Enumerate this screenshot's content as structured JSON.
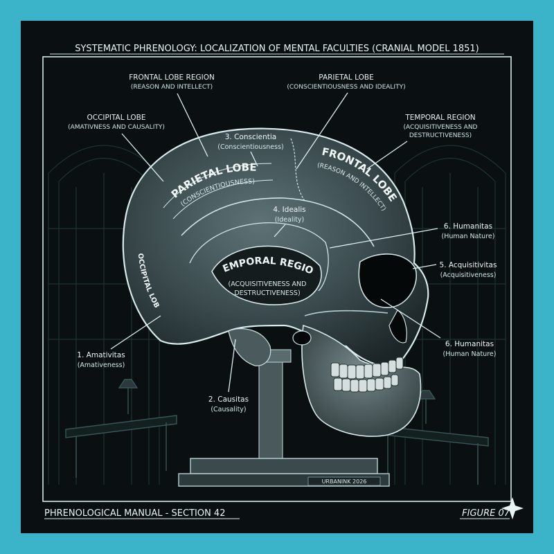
{
  "header": {
    "title": "SYSTEMATIC PHRENOLOGY: LOCALIZATION OF MENTAL FACULTIES (CRANIAL MODEL 1851)"
  },
  "footer": {
    "left": "PHRENOLOGICAL MANUAL - SECTION 42",
    "right": "FIGURE 07",
    "plaque": "URBANINK 2026"
  },
  "callouts": {
    "frontal_region": {
      "line1": "FRONTAL LOBE REGION",
      "line2": "(REASON AND INTELLECT)"
    },
    "parietal_lobe": {
      "line1": "PARIETAL LOBE",
      "line2": "(CONSCIENTIOUSNESS AND IDEALITY)"
    },
    "occipital_lobe": {
      "line1": "OCCIPITAL LOBE",
      "line2": "(AMATIVNESS AND CAUSALITY)"
    },
    "temporal_region": {
      "line1": "TEMPORAL REGION",
      "line2": "(ACQUISITIVENESS AND",
      "line3": "DESTRUCTIVENESS)"
    },
    "conscientia": {
      "line1": "3. Conscientia",
      "line2": "(Conscientiousness)"
    },
    "idealis": {
      "line1": "4. Idealis",
      "line2": "(Ideality)"
    },
    "humanitas_top": {
      "line1": "6. Humanitas",
      "line2": "(Human Nature)"
    },
    "acquisitivitas": {
      "line1": "5. Acquisitivitas",
      "line2": "(Acquisitiveness)"
    },
    "humanitas_bottom": {
      "line1": "6. Humanitas",
      "line2": "(Human Nature)"
    },
    "amativitas": {
      "line1": "1. Amativitas",
      "line2": "(Amativeness)"
    },
    "causitas": {
      "line1": "2. Causitas",
      "line2": "(Causality)"
    }
  },
  "skull_labels": {
    "parietal_main": "PARIETAL LOBE",
    "parietal_sub": "(CONSCIENTIOUSNESS)",
    "frontal_main": "FRONTAL LOBE",
    "frontal_sub": "(REASON AND INTELLECT)",
    "temporal_main": "TEMPORAL REGION",
    "temporal_sub1": "(ACQUISITIVENESS AND",
    "temporal_sub2": "DESTRUCTIVENESS)",
    "occipital_side": "OCCIPITAL LOBE"
  },
  "colors": {
    "frame": "#3bb3c8",
    "background": "#0a1012",
    "line_art": "#cfe6ea"
  }
}
